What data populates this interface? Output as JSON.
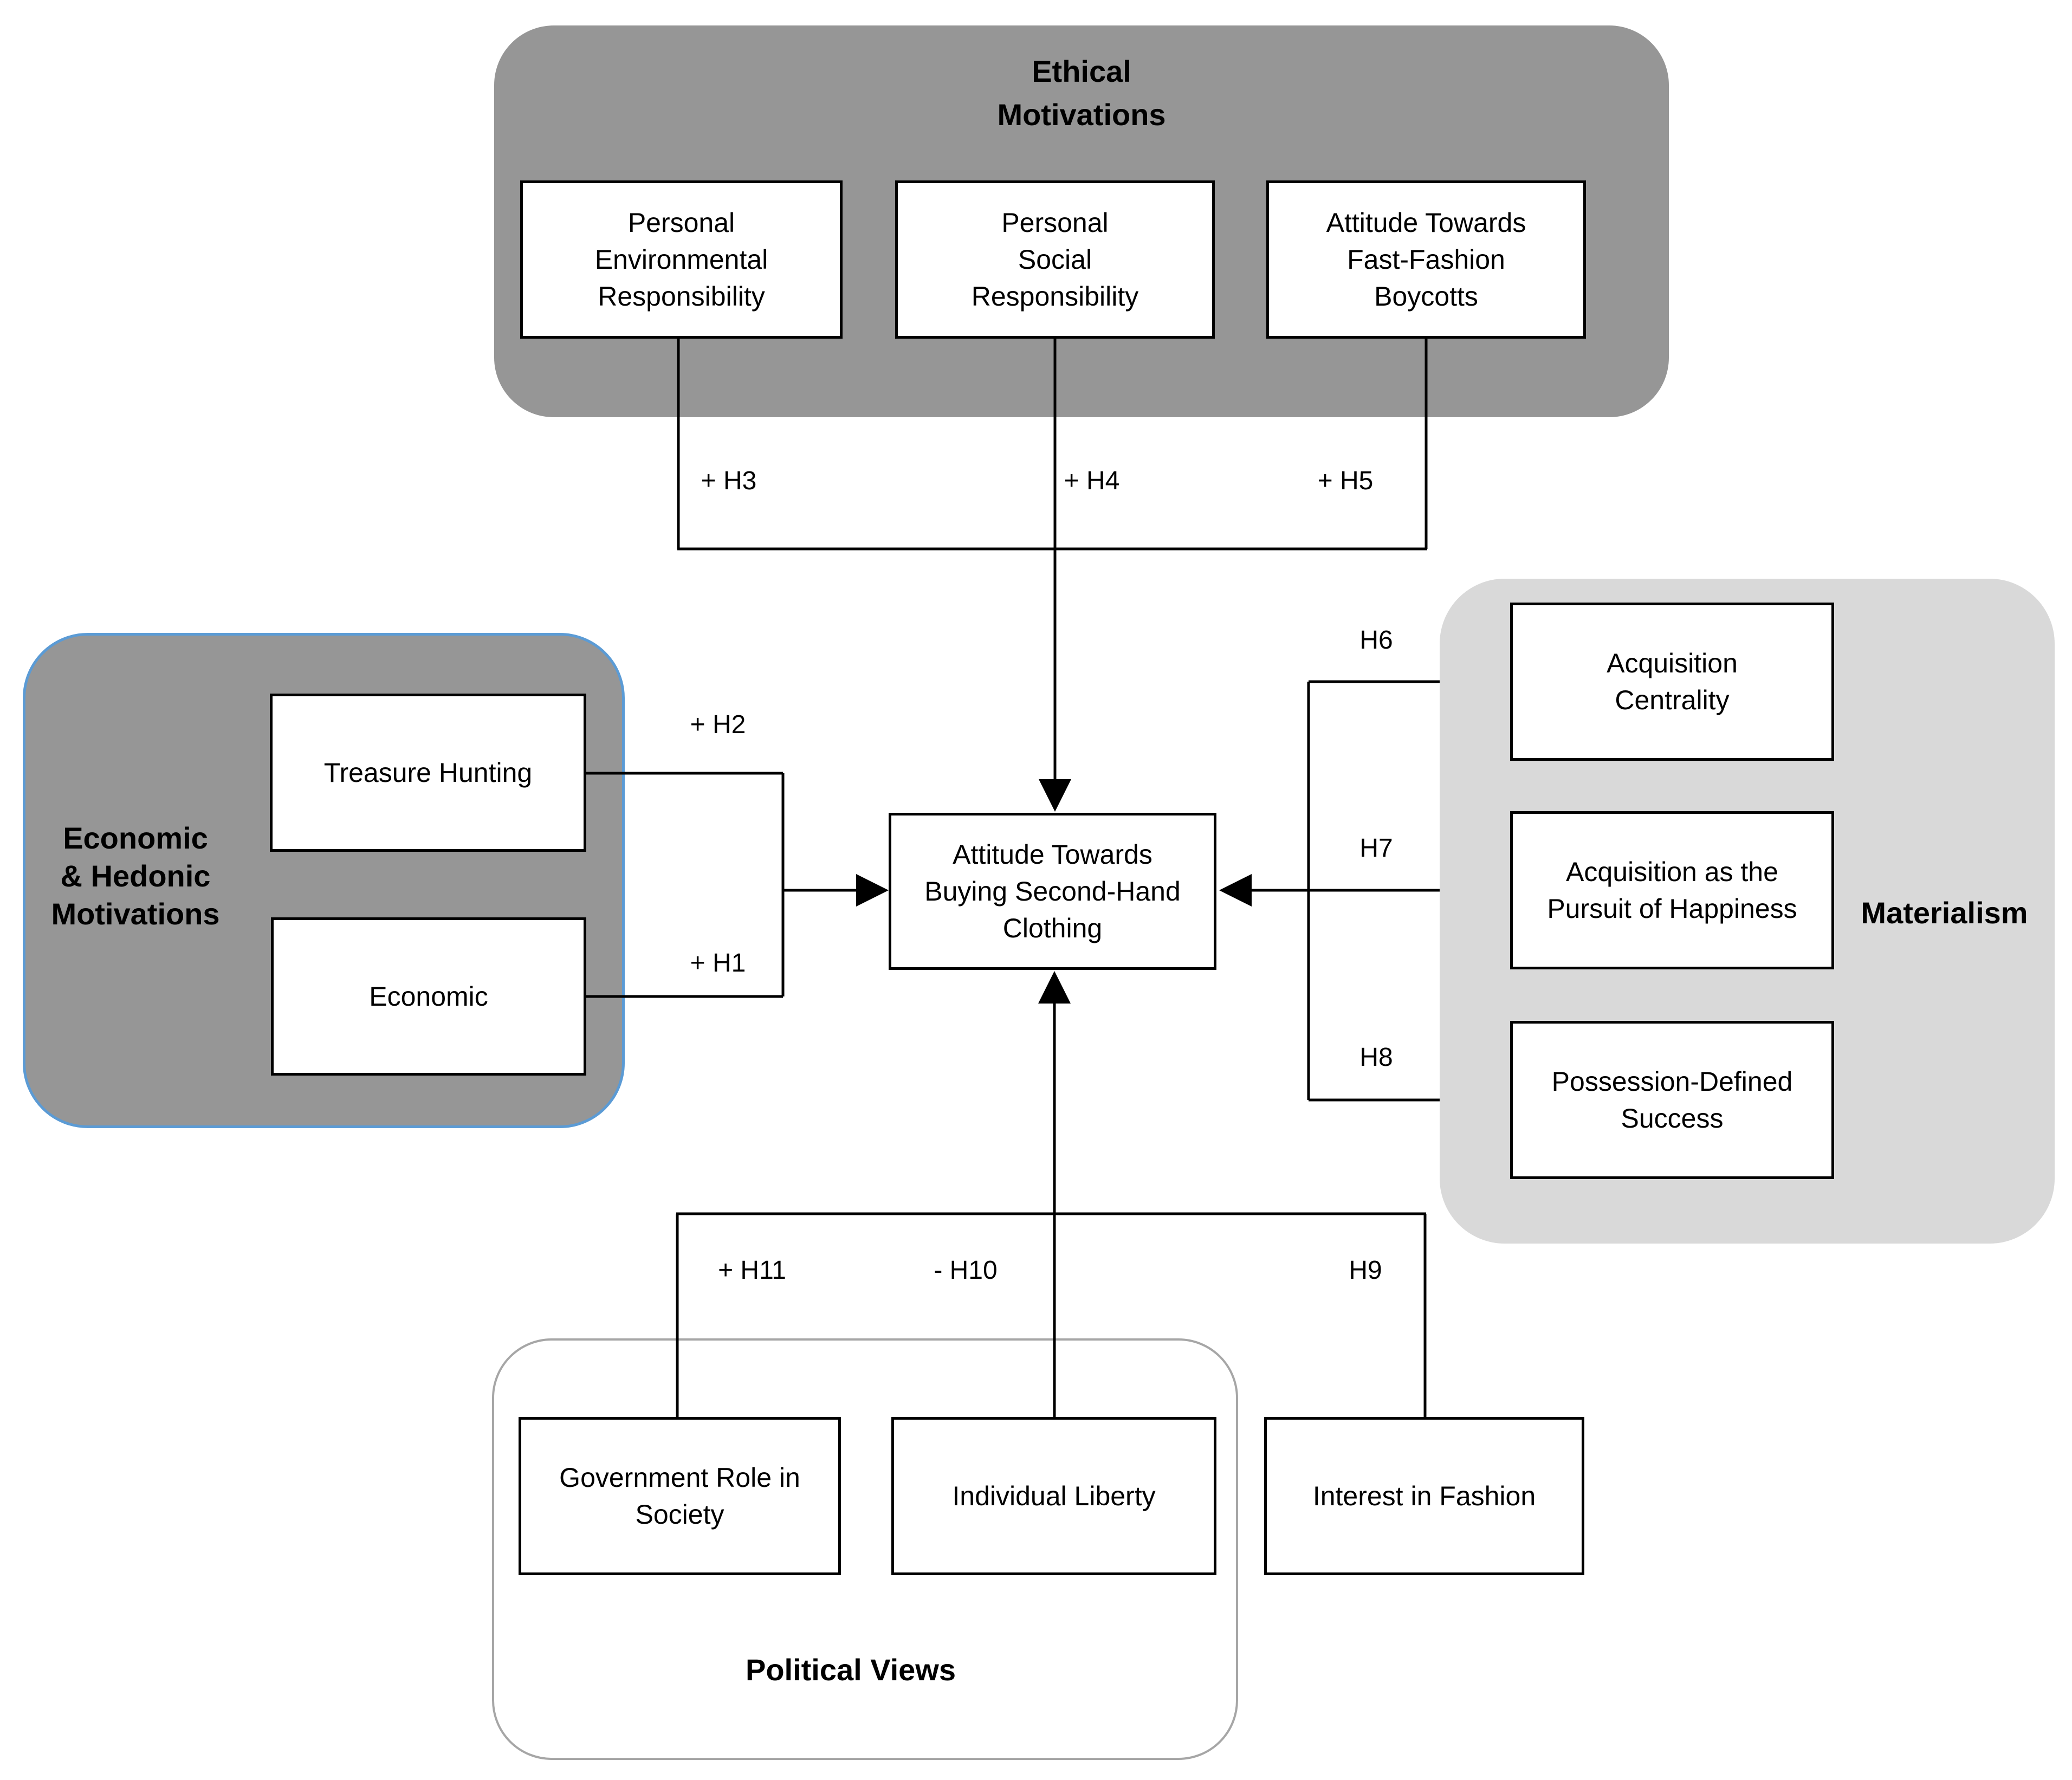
{
  "figure": {
    "groups": {
      "ethical": {
        "title": "Ethical\nMotivations",
        "fill": "#969696",
        "nodes": {
          "per": "Personal\nEnvironmental\nResponsibility",
          "psr": "Personal\nSocial\nResponsibility",
          "ffb": "Attitude Towards\nFast-Fashion\nBoycotts"
        }
      },
      "economic": {
        "title": "Economic\n& Hedonic\nMotivations",
        "fill": "#969696",
        "border": "#5B9BD5",
        "nodes": {
          "treasure": "Treasure Hunting",
          "economic": "Economic"
        }
      },
      "materialism": {
        "title": "Materialism",
        "fill": "#D9D9D9",
        "nodes": {
          "ac": "Acquisition\nCentrality",
          "aph": "Acquisition as the\nPursuit of Happiness",
          "pds": "Possession-Defined\nSuccess"
        }
      },
      "political": {
        "title": "Political Views",
        "border": "#A6A6A6",
        "nodes": {
          "gov": "Government Role in\nSociety",
          "lib": "Individual Liberty"
        }
      }
    },
    "outcome": "Attitude Towards\nBuying Second-Hand\nClothing",
    "independent": {
      "fashion": "Interest in Fashion"
    },
    "hypotheses": {
      "h1": "+ H1",
      "h2": "+ H2",
      "h3": "+ H3",
      "h4": "+ H4",
      "h5": "+ H5",
      "h6": "H6",
      "h7": "H7",
      "h8": "H8",
      "h9": "H9",
      "h10": "- H10",
      "h11": "+ H11"
    },
    "colors": {
      "line": "#000000",
      "box_fill": "#FFFFFF",
      "box_border": "#000000",
      "dark_group_fill": "#969696",
      "light_group_fill": "#D9D9D9",
      "economic_group_border": "#5B9BD5",
      "political_group_border": "#A6A6A6",
      "text": "#000000"
    }
  }
}
